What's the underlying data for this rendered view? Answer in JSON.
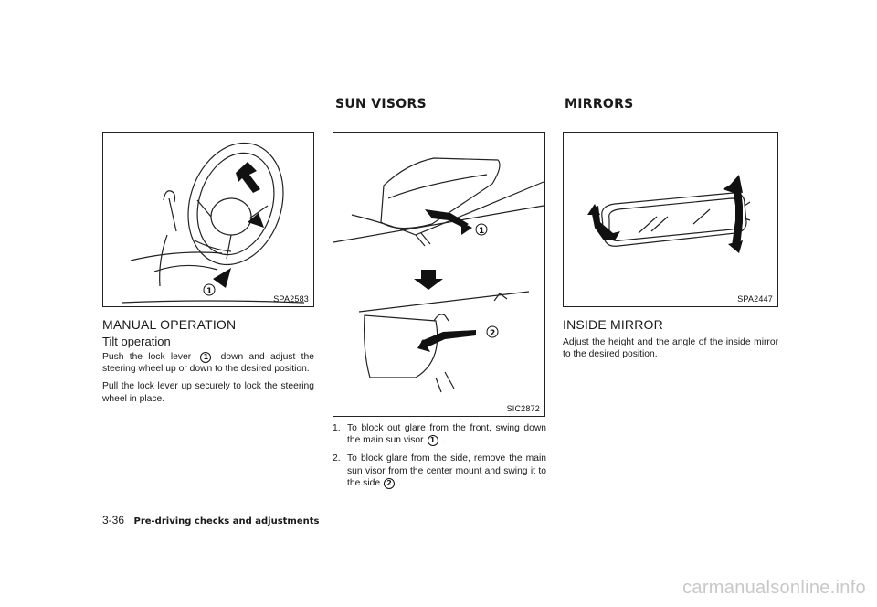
{
  "headings": {
    "sun_visors": "SUN VISORS",
    "mirrors": "MIRRORS"
  },
  "col1": {
    "figure_code": "SPA2583",
    "title": "MANUAL OPERATION",
    "subtitle": "Tilt operation",
    "p1_a": "Push the lock lever",
    "p1_callout": "1",
    "p1_b": "down and adjust the steering wheel up or down to the desired position.",
    "p2": "Pull the lock lever up securely to lock the steering wheel in place."
  },
  "col2": {
    "figure_code": "SIC2872",
    "item1_num": "1.",
    "item1_text": "To block out glare from the front, swing down the main sun visor",
    "item1_callout": "1",
    "item1_end": ".",
    "item2_num": "2.",
    "item2_text": "To block glare from the side, remove the main sun visor from the center mount and swing it to the side",
    "item2_callout": "2",
    "item2_end": "."
  },
  "col3": {
    "figure_code": "SPA2447",
    "title": "INSIDE MIRROR",
    "p1": "Adjust the height and the angle of the inside mirror to the desired position."
  },
  "footer": {
    "page": "3-36",
    "section": "Pre-driving checks and adjustments"
  },
  "watermark": "carmanualsonline.info"
}
